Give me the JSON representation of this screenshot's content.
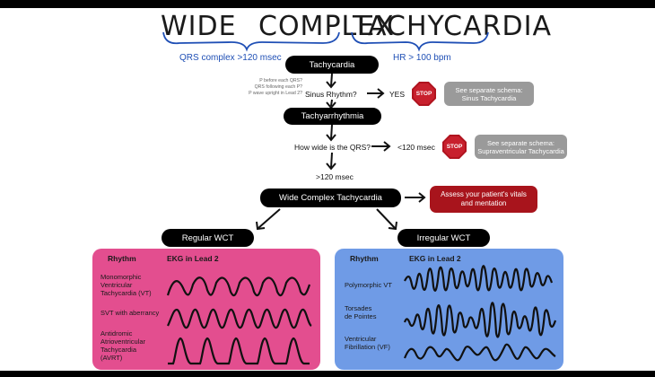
{
  "title": {
    "word1": "WIDE",
    "word2": "COMPLEX",
    "word3": "TACHYCARDIA"
  },
  "labels": {
    "qrs": "QRS complex >120 msec",
    "hr": "HR > 100 bpm"
  },
  "nodes": {
    "tachycardia": "Tachycardia",
    "tachyarrhythmia": "Tachyarrhythmia",
    "wct": "Wide Complex Tachycardia",
    "regular": "Regular WCT",
    "irregular": "Irregular WCT"
  },
  "questions": {
    "sinus": "Sinus Rhythm?",
    "yes": "YES",
    "qrs_width": "How wide is the QRS?",
    "lt120": "<120 msec",
    "gt120": ">120 msec"
  },
  "sinus_criteria": [
    "P before each QRS?",
    "QRS following each P?",
    "P wave upright in Lead 2?"
  ],
  "stop_label": "STOP",
  "see1": [
    "See separate schema:",
    "Sinus Tachycardia"
  ],
  "see2": [
    "See separate schema:",
    "Supraventricular Tachycardia"
  ],
  "assess": [
    "Assess your patient's vitals",
    "and mentation"
  ],
  "colors": {
    "pink": "#e34e8f",
    "blue": "#6f9be6",
    "red": "#a8141c",
    "stop": "#c8202d",
    "grey": "#9a9a9a",
    "title_blue": "#1f4fb5"
  },
  "regular_panel": {
    "col1": "Rhythm",
    "col2": "EKG in Lead 2",
    "rows": [
      [
        "Monomorphic",
        "Ventricular",
        "Tachycardia (VT)"
      ],
      [
        "SVT with aberrancy"
      ],
      [
        "Antidromic",
        "Atrioventricular",
        "Tachycardia",
        "(AVRT)"
      ]
    ]
  },
  "irregular_panel": {
    "col1": "Rhythm",
    "col2": "EKG in Lead 2",
    "rows": [
      [
        "Polymorphic VT"
      ],
      [
        "Torsades",
        "de Pointes"
      ],
      [
        "Ventricular",
        "Fibrillation (VF)"
      ]
    ]
  }
}
